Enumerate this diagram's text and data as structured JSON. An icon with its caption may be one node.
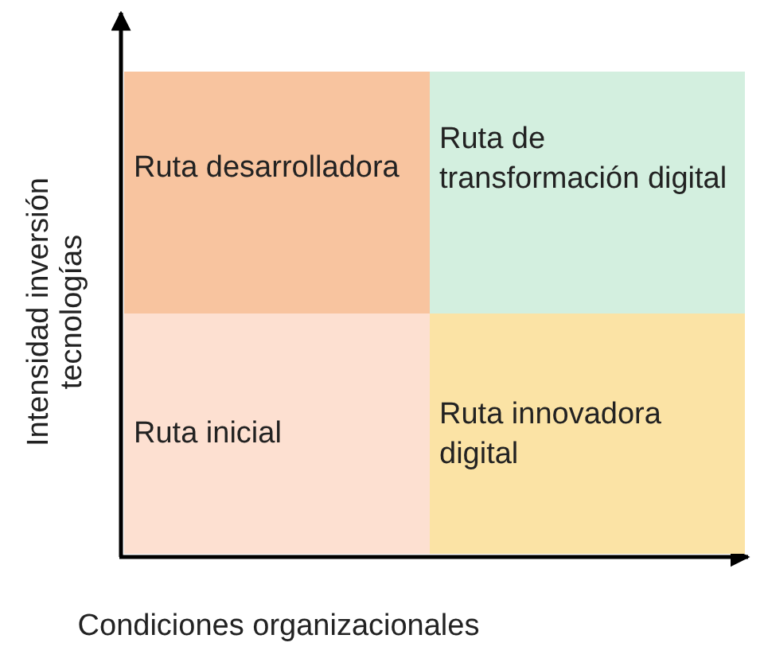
{
  "diagram": {
    "nodes": [
      {
        "text": [
          "Ruta desarrolladora"
        ]
      },
      {
        "text": [
          "Ruta de transformación digital"
        ]
      },
      {
        "text": [
          "Ruta inicial"
        ]
      },
      {
        "text": [
          "Ruta innovadora digital"
        ]
      }
    ],
    "labels": [
      "Intensidad inversión tecnologías",
      "Condiciones organizacionales"
    ]
  }
}
